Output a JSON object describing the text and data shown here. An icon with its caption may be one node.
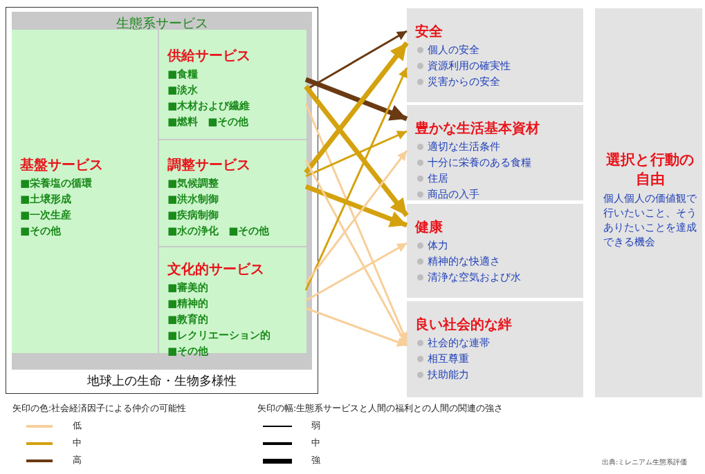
{
  "diagram": {
    "nodes": [
      {
        "text": [
          "生態系サービス",
          "地球上の生命・生物多様性"
        ]
      },
      {
        "text": [
          "基盤サービス",
          "■栄養塩の循環",
          "■土壌形成",
          "■一次生産",
          "■その他"
        ],
        "in": 0
      },
      {
        "text": [
          "供給サービス",
          "■食糧",
          "■淡水",
          "■木材および繊維",
          "■燃料",
          "■その他"
        ],
        "in": 0
      },
      {
        "text": [
          "調整サービス",
          "■気候調整",
          "■洪水制御",
          "■疾病制御",
          "■水の浄化",
          "■その他"
        ],
        "in": 0
      },
      {
        "text": [
          "文化的サービス",
          "■審美的",
          "■精神的",
          "■教育的",
          "■レクリエーション的",
          "■その他"
        ],
        "in": 0
      },
      {
        "text": [
          "安全",
          "個人の安全",
          "資源利用の確実性",
          "災害からの安全"
        ]
      },
      {
        "text": [
          "豊かな生活基本資材",
          "適切な生活条件",
          "十分に栄養のある食糧",
          "住居",
          "商品の入手"
        ]
      },
      {
        "text": [
          "健康",
          "体力",
          "精神的な快適さ",
          "清浄な空気および水"
        ]
      },
      {
        "text": [
          "良い社会的な絆",
          "社会的な連帯",
          "相互尊重",
          "扶助能力"
        ]
      },
      {
        "text": [
          "選択と行動の自由",
          "個人個人の価値観で行いたいこと、そうありたいことを達成できる機会"
        ]
      }
    ],
    "edges": [
      {
        "from": 2,
        "to": 5,
        "arrow": "to",
        "color": "#6b3a12"
      },
      {
        "from": 2,
        "to": 6,
        "arrow": "to",
        "color": "#6b3a12",
        "style": "thick"
      },
      {
        "from": 2,
        "to": 7,
        "arrow": "to",
        "color": "#d4a20e",
        "style": "thick"
      },
      {
        "from": 2,
        "to": 8,
        "arrow": "to",
        "color": "#f7cf9a"
      },
      {
        "from": 3,
        "to": 5,
        "arrow": "to",
        "color": "#d4a20e",
        "style": "thick"
      },
      {
        "from": 3,
        "to": 6,
        "arrow": "to",
        "color": "#d4a20e"
      },
      {
        "from": 3,
        "to": 7,
        "arrow": "to",
        "color": "#d4a20e",
        "style": "thick"
      },
      {
        "from": 3,
        "to": 8,
        "arrow": "to",
        "color": "#f7cf9a"
      },
      {
        "from": 4,
        "to": 5,
        "arrow": "to",
        "color": "#d4a20e"
      },
      {
        "from": 4,
        "to": 6,
        "arrow": "to",
        "color": "#f7cf9a"
      },
      {
        "from": 4,
        "to": 7,
        "arrow": "to",
        "color": "#f7cf9a"
      },
      {
        "from": 4,
        "to": 8,
        "arrow": "to",
        "color": "#f7cf9a"
      }
    ],
    "labels": [
      "矢印の色:社会経済因子による仲介の可能性",
      "矢印の幅:生態系サービスと人間の福利との人間の関連の強さ",
      "出典:ミレニアム生態系評価"
    ],
    "legend": [
      {
        "text": "低",
        "color": "#f7cf9a"
      },
      {
        "text": "中",
        "color": "#d4a20e"
      },
      {
        "text": "高",
        "color": "#6b3a12"
      },
      {
        "text": "弱"
      },
      {
        "text": "中"
      },
      {
        "text": "強"
      }
    ]
  }
}
